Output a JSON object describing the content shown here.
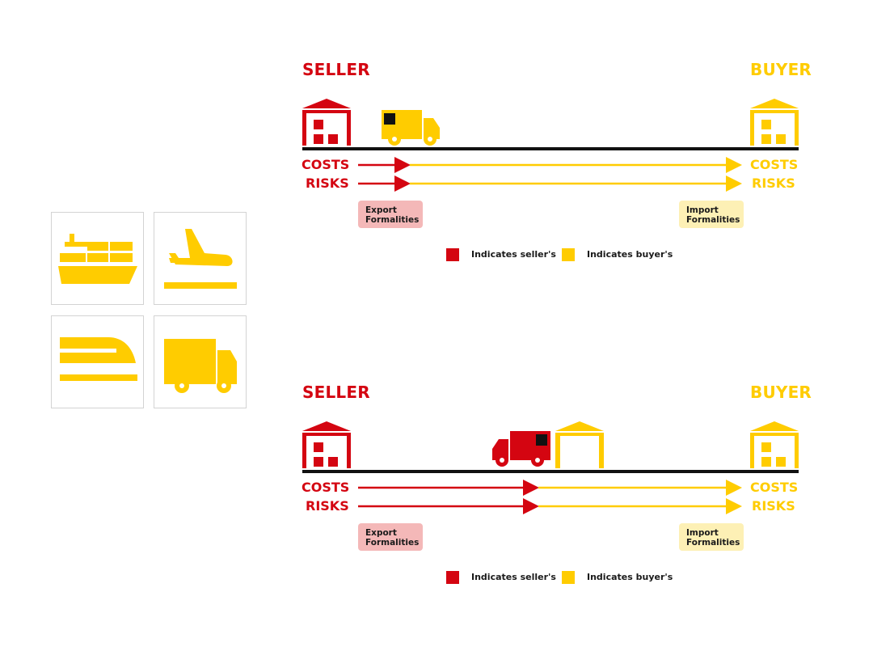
{
  "colors": {
    "seller": "#d40511",
    "buyer": "#ffcc00",
    "line": "#111111"
  },
  "transport_modes": [
    {
      "icon": "ship-icon"
    },
    {
      "icon": "plane-icon"
    },
    {
      "icon": "train-icon"
    },
    {
      "icon": "truck-icon"
    }
  ],
  "diagrams": [
    {
      "seller_label": "SELLER",
      "buyer_label": "BUYER",
      "costs_label": "COSTS",
      "risks_label": "RISKS",
      "export_formalities": "Export Formalities",
      "import_formalities": "Import Formalities",
      "legend_seller": "Indicates seller's",
      "legend_buyer": "Indicates buyer's",
      "vehicle": "truck-icon",
      "transfer_point": "loaded on buyer's carrier at seller's premises"
    },
    {
      "seller_label": "SELLER",
      "buyer_label": "BUYER",
      "costs_label": "COSTS",
      "risks_label": "RISKS",
      "export_formalities": "Export Formalities",
      "import_formalities": "Import Formalities",
      "legend_seller": "Indicates seller's",
      "legend_buyer": "Indicates buyer's",
      "vehicle": "truck-icon",
      "transfer_point": "delivered to named place"
    }
  ]
}
